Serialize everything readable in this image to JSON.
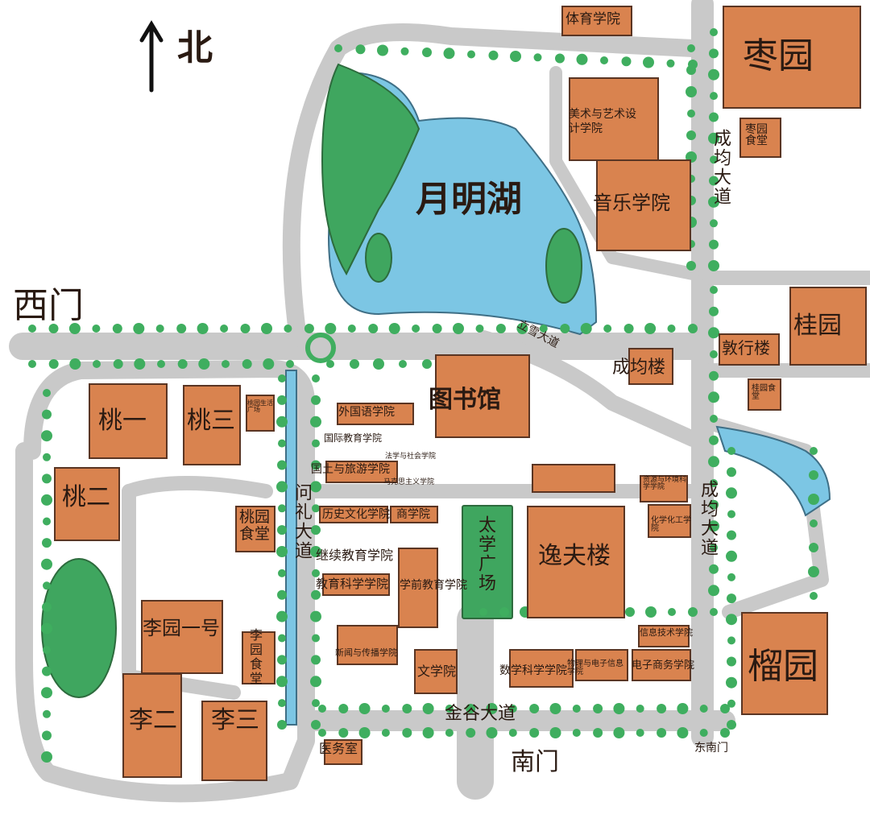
{
  "north": {
    "label": "北"
  },
  "gates": {
    "west": "西门",
    "south": "南门",
    "southeast": "东南门"
  },
  "roads": {
    "chengjun_north": "成均大道",
    "chengjun_south": "成均大道",
    "lixue": "立雪大道",
    "wenli": "问礼大道",
    "jingu": "金谷大道"
  },
  "landmarks": {
    "lake": "月明湖",
    "square": "太学广场"
  },
  "dorms": {
    "tao1": "桃一",
    "tao2": "桃二",
    "tao3": "桃三",
    "taoyuan_plaza": "桃园生活广场",
    "taoyuan_canteen": "桃园食堂",
    "li1": "李园一号",
    "li2": "李二",
    "li3": "李三",
    "liyuan_canteen": "李园食堂",
    "zaoyuan": "枣园",
    "zaoyuan_canteen": "枣园食堂",
    "guiyuan": "桂园",
    "guiyuan_canteen": "桂园食堂",
    "liuyuan": "榴园"
  },
  "buildings": {
    "sports": "体育学院",
    "fine_arts": "美术与艺术设计学院",
    "music": "音乐学院",
    "chengjun_lou": "成均楼",
    "dunxing_lou": "敦行楼",
    "library": "图书馆",
    "foreign_lang": "外国语学院",
    "intl_edu": "国际教育学院",
    "law_social": "法学与社会学院",
    "land_tourism": "国土与旅游学院",
    "marxism": "马克思主义学院",
    "history": "历史文化学院",
    "business": "商学院",
    "continuing_edu": "继续教育学院",
    "education": "教育科学学院",
    "preschool": "学前教育学院",
    "yifu_lou": "逸夫楼",
    "geo_env": "资源与环境科学学院",
    "chem": "化学化工学院",
    "info_tech": "信息技术学院",
    "media": "新闻与传播学院",
    "literature": "文学院",
    "math": "数学科学学院",
    "physics": "物理与电子信息学院",
    "ecommerce": "电子商务学院",
    "clinic": "医务室"
  },
  "colors": {
    "building": "#d9834f",
    "outline": "#5a3523",
    "road": "#c8c8c8",
    "water": "#7cc6e4",
    "green": "#3fa65f",
    "tree": "#3fae5f"
  }
}
